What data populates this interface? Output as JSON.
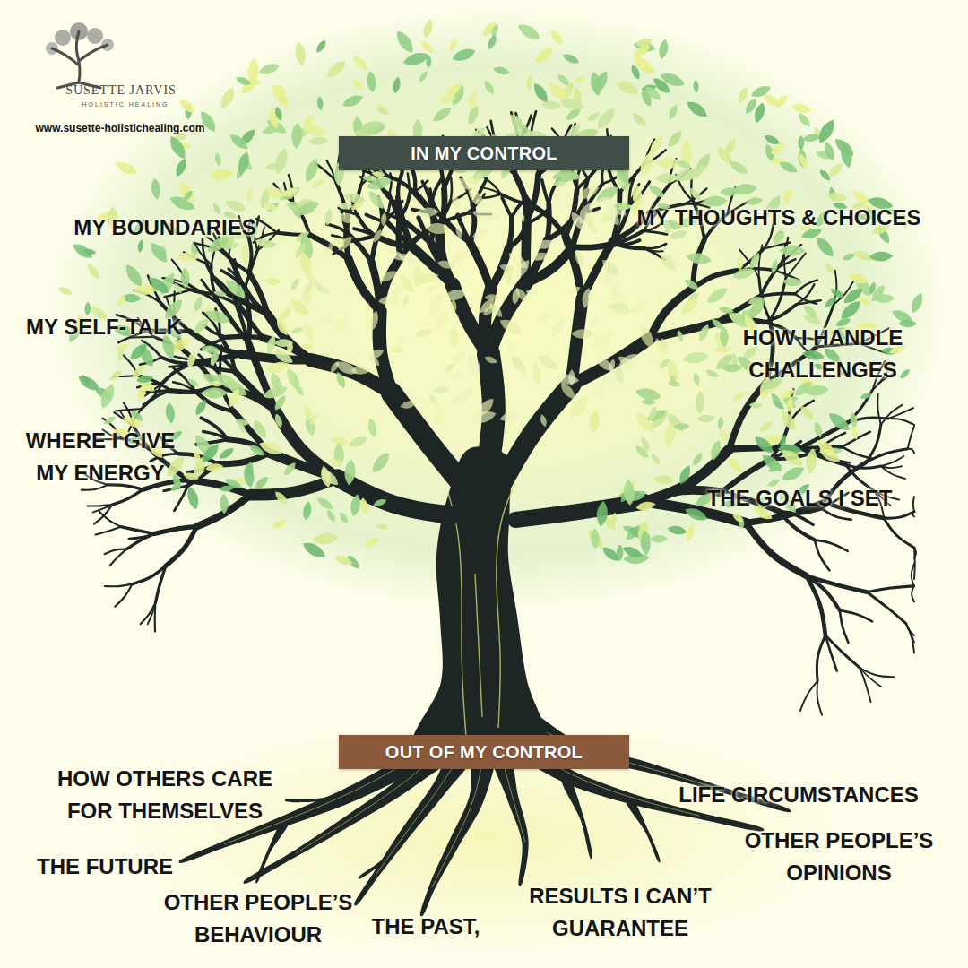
{
  "diagram": {
    "nodes": [
      {
        "text": [
          "IN MY CONTROL"
        ]
      },
      {
        "text": [
          "OUT OF MY CONTROL"
        ]
      }
    ],
    "labels": [
      "SUSETTE JARVIS",
      "HOLISTIC HEALING",
      "www.susette-holistichealing.com",
      "MY BOUNDARIES",
      "MY THOUGHTS & CHOICES",
      "MY SELF-TALK",
      "HOW I HANDLE CHALLENGES",
      "WHERE I GIVE MY ENERGY",
      "THE GOALS I SET",
      "HOW OTHERS CARE FOR THEMSELVES",
      "LIFE CIRCUMSTANCES",
      "OTHER PEOPLE’S OPINIONS",
      "THE FUTURE",
      "OTHER PEOPLE’S BEHAVIOUR",
      "RESULTS I CAN’T GUARANTEE",
      "THE PAST,"
    ]
  }
}
